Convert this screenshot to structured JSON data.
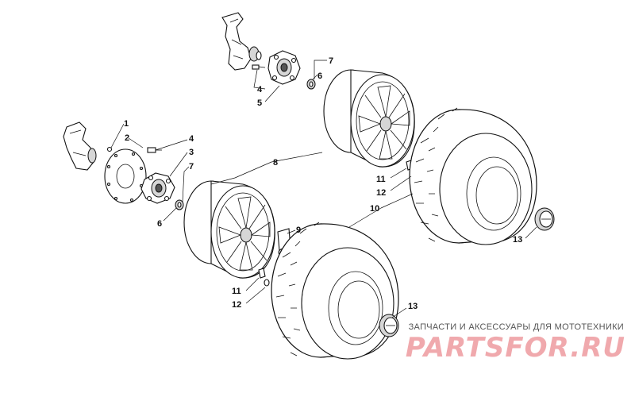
{
  "callouts": {
    "c1": "1",
    "c2": "2",
    "c3": "3",
    "c4a": "4",
    "c4b": "4",
    "c5": "5",
    "c6a": "6",
    "c6b": "6",
    "c7a": "7",
    "c7b": "7",
    "c8": "8",
    "c9": "9",
    "c10": "10",
    "c11a": "11",
    "c11b": "11",
    "c12a": "12",
    "c12b": "12",
    "c13a": "13",
    "c13b": "13"
  },
  "watermark": {
    "tagline": "ЗАПЧАСТИ И АКСЕССУАРЫ ДЛЯ МОТОТЕХНИКИ",
    "logo": "PARTSFOR.RU",
    "logo_color": "#f0a9ad"
  }
}
